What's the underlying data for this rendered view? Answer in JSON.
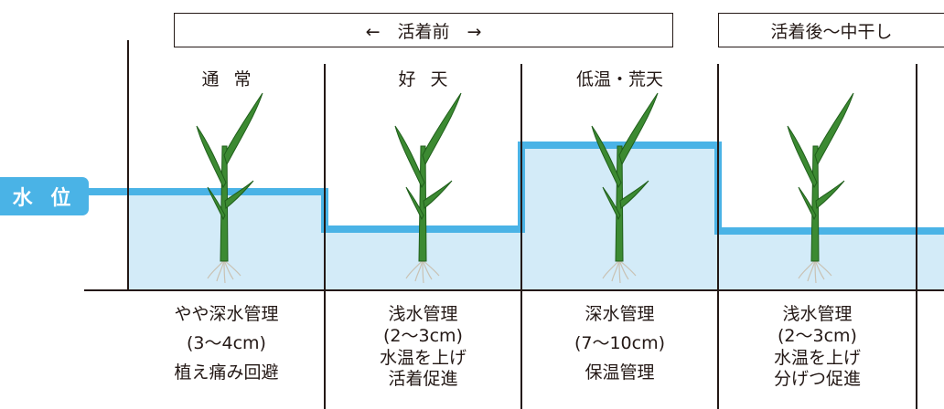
{
  "header": {
    "pre_rooting": "←　活着前　→",
    "post_rooting": "活着後〜中干し"
  },
  "water_level_label": "水 位",
  "columns": [
    {
      "condition": "通常",
      "condition_spaced": true,
      "lines": [
        "やや深水管理",
        "(3〜4cm)",
        "植え痛み回避"
      ]
    },
    {
      "condition": "好天",
      "condition_spaced": true,
      "lines": [
        "浅水管理",
        "(2〜3cm)",
        "水温を上げ",
        "活着促進"
      ]
    },
    {
      "condition": "低温・荒天",
      "condition_spaced": false,
      "lines": [
        "深水管理",
        "(7〜10cm)",
        "保温管理"
      ]
    },
    {
      "condition": "",
      "condition_spaced": false,
      "lines": [
        "浅水管理",
        "(2〜3cm)",
        "水温を上げ",
        "分げつ促進"
      ]
    }
  ],
  "colors": {
    "water_fill": "#d3ebf8",
    "water_line": "#4ab3e6",
    "label_bg": "#4ab3e6",
    "rule": "#231815",
    "plant_leaf": "#3c8a32",
    "plant_leaf_dark": "#1f5e1a",
    "root": "#c9c2b4"
  },
  "icons": [
    "rice-seedling-icon"
  ]
}
